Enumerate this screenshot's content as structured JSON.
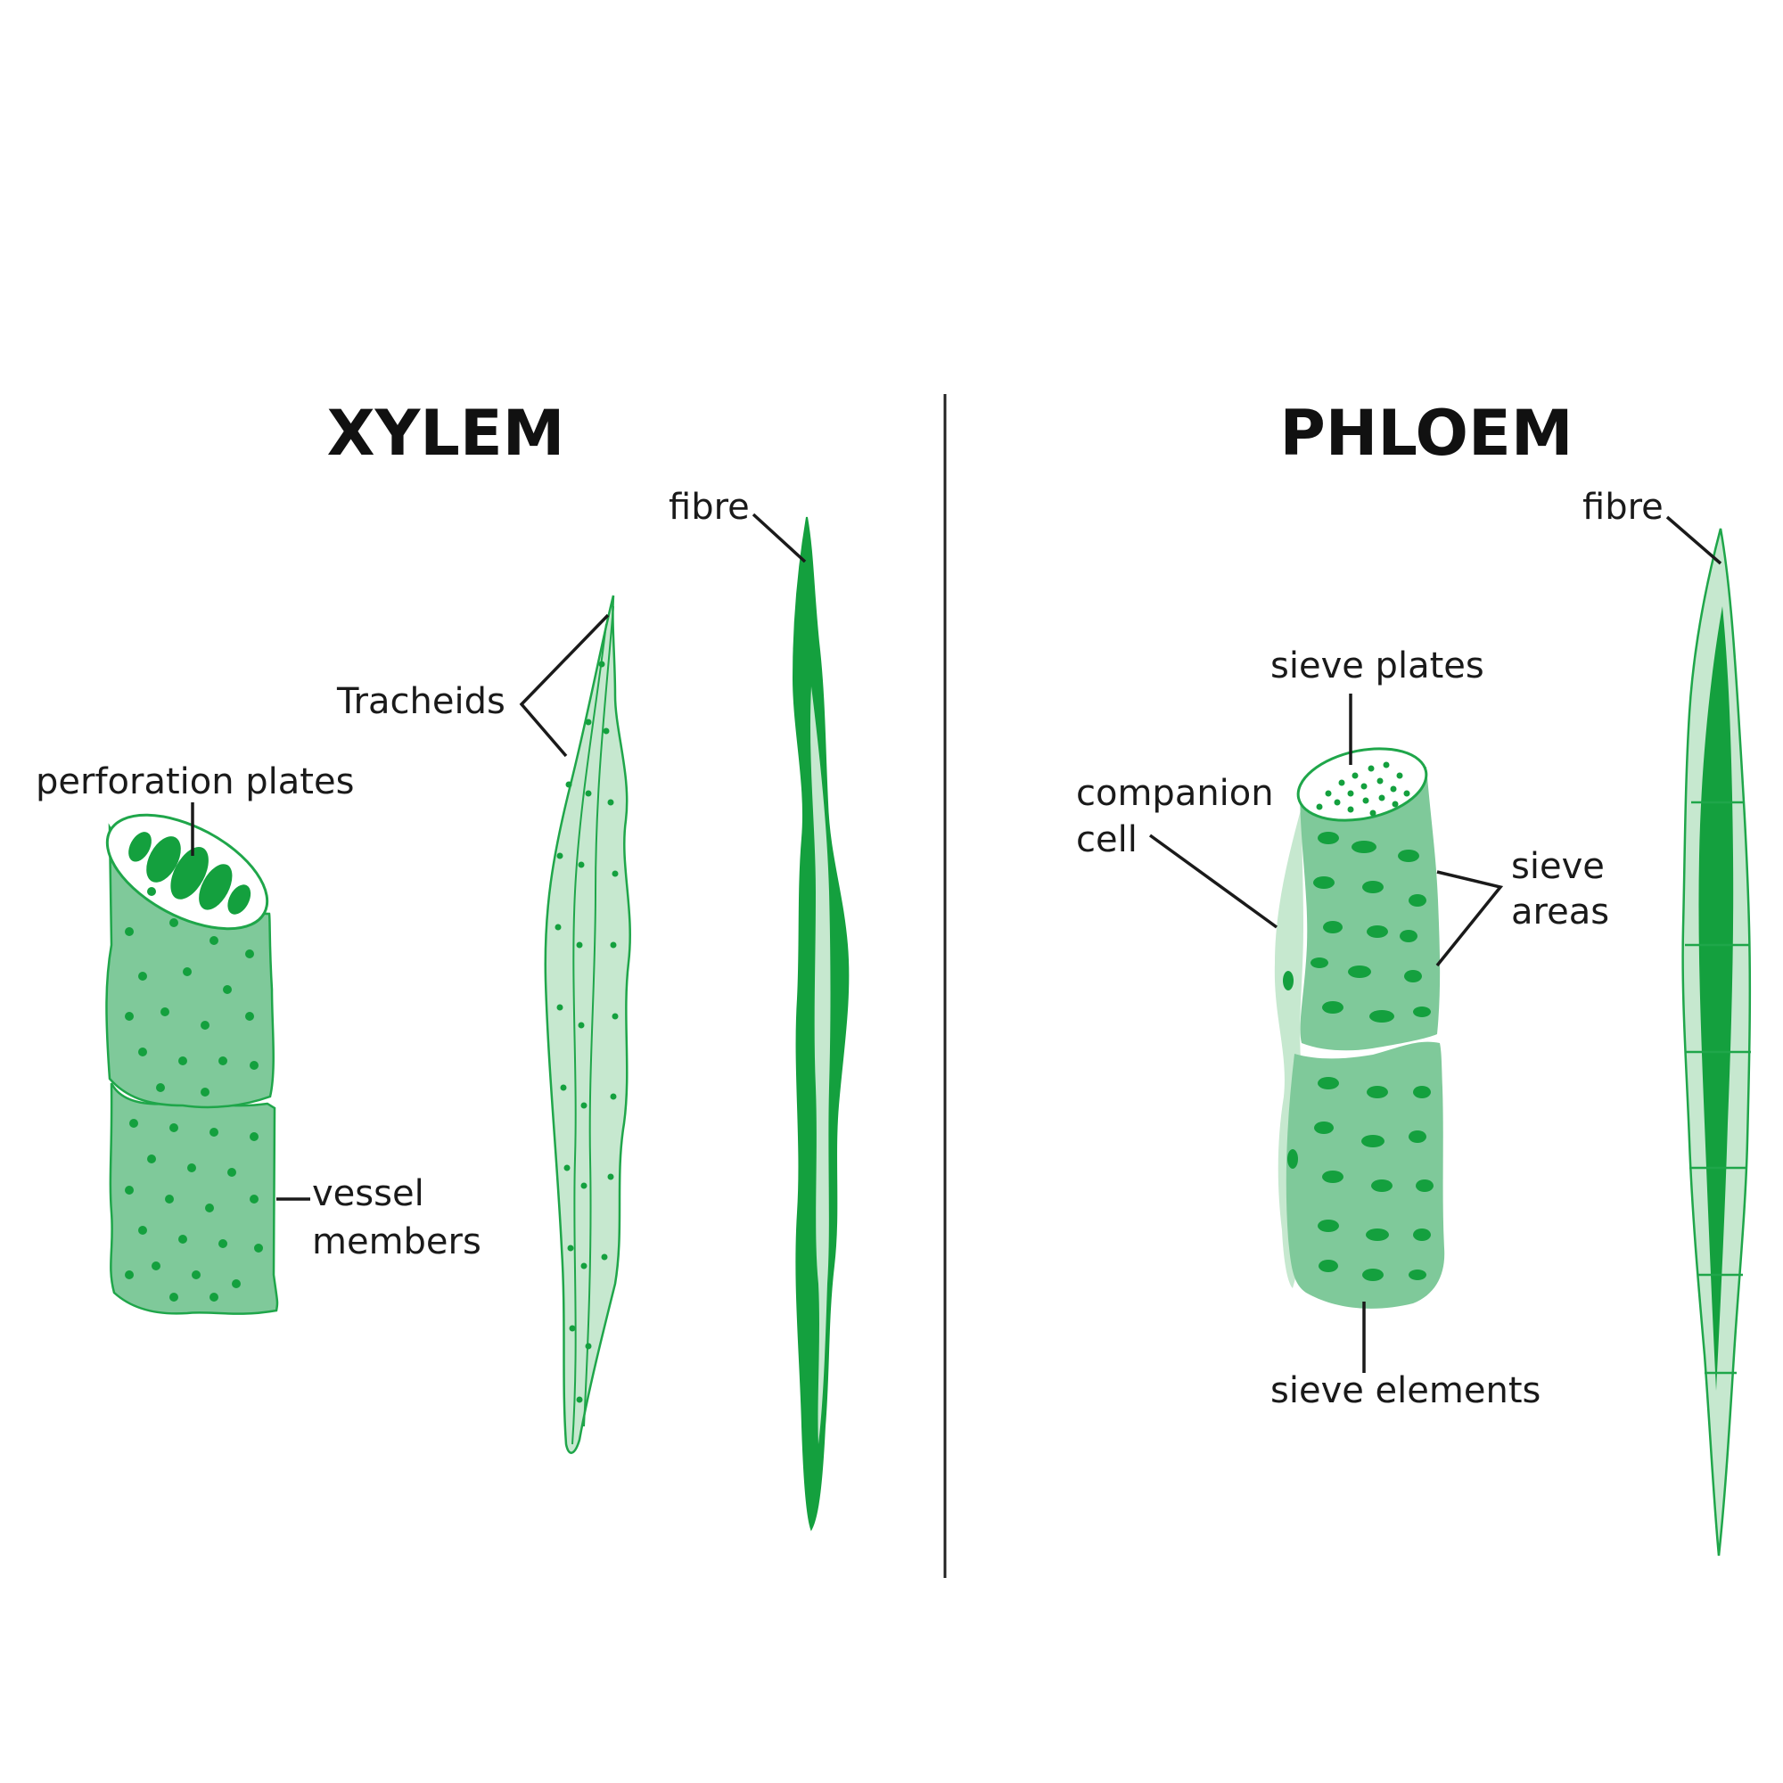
{
  "xylem": {
    "title": "XYLEM",
    "labels": {
      "fibre": "fibre",
      "tracheids": "Tracheids",
      "perforation_plates": "perforation plates",
      "vessel_members_line1": "vessel",
      "vessel_members_line2": "members"
    }
  },
  "phloem": {
    "title": "PHLOEM",
    "labels": {
      "fibre": "fibre",
      "sieve_plates": "sieve plates",
      "companion_cell_line1": "companion",
      "companion_cell_line2": "cell",
      "sieve_areas_line1": "sieve",
      "sieve_areas_line2": "areas",
      "sieve_elements": "sieve elements"
    }
  },
  "colors": {
    "cell_fill": "#7fc99a",
    "cell_light": "#c6e8cf",
    "cell_outline": "#1fa64a",
    "dark_green": "#14a03e",
    "text": "#1a1a1a",
    "divider": "#222222"
  }
}
